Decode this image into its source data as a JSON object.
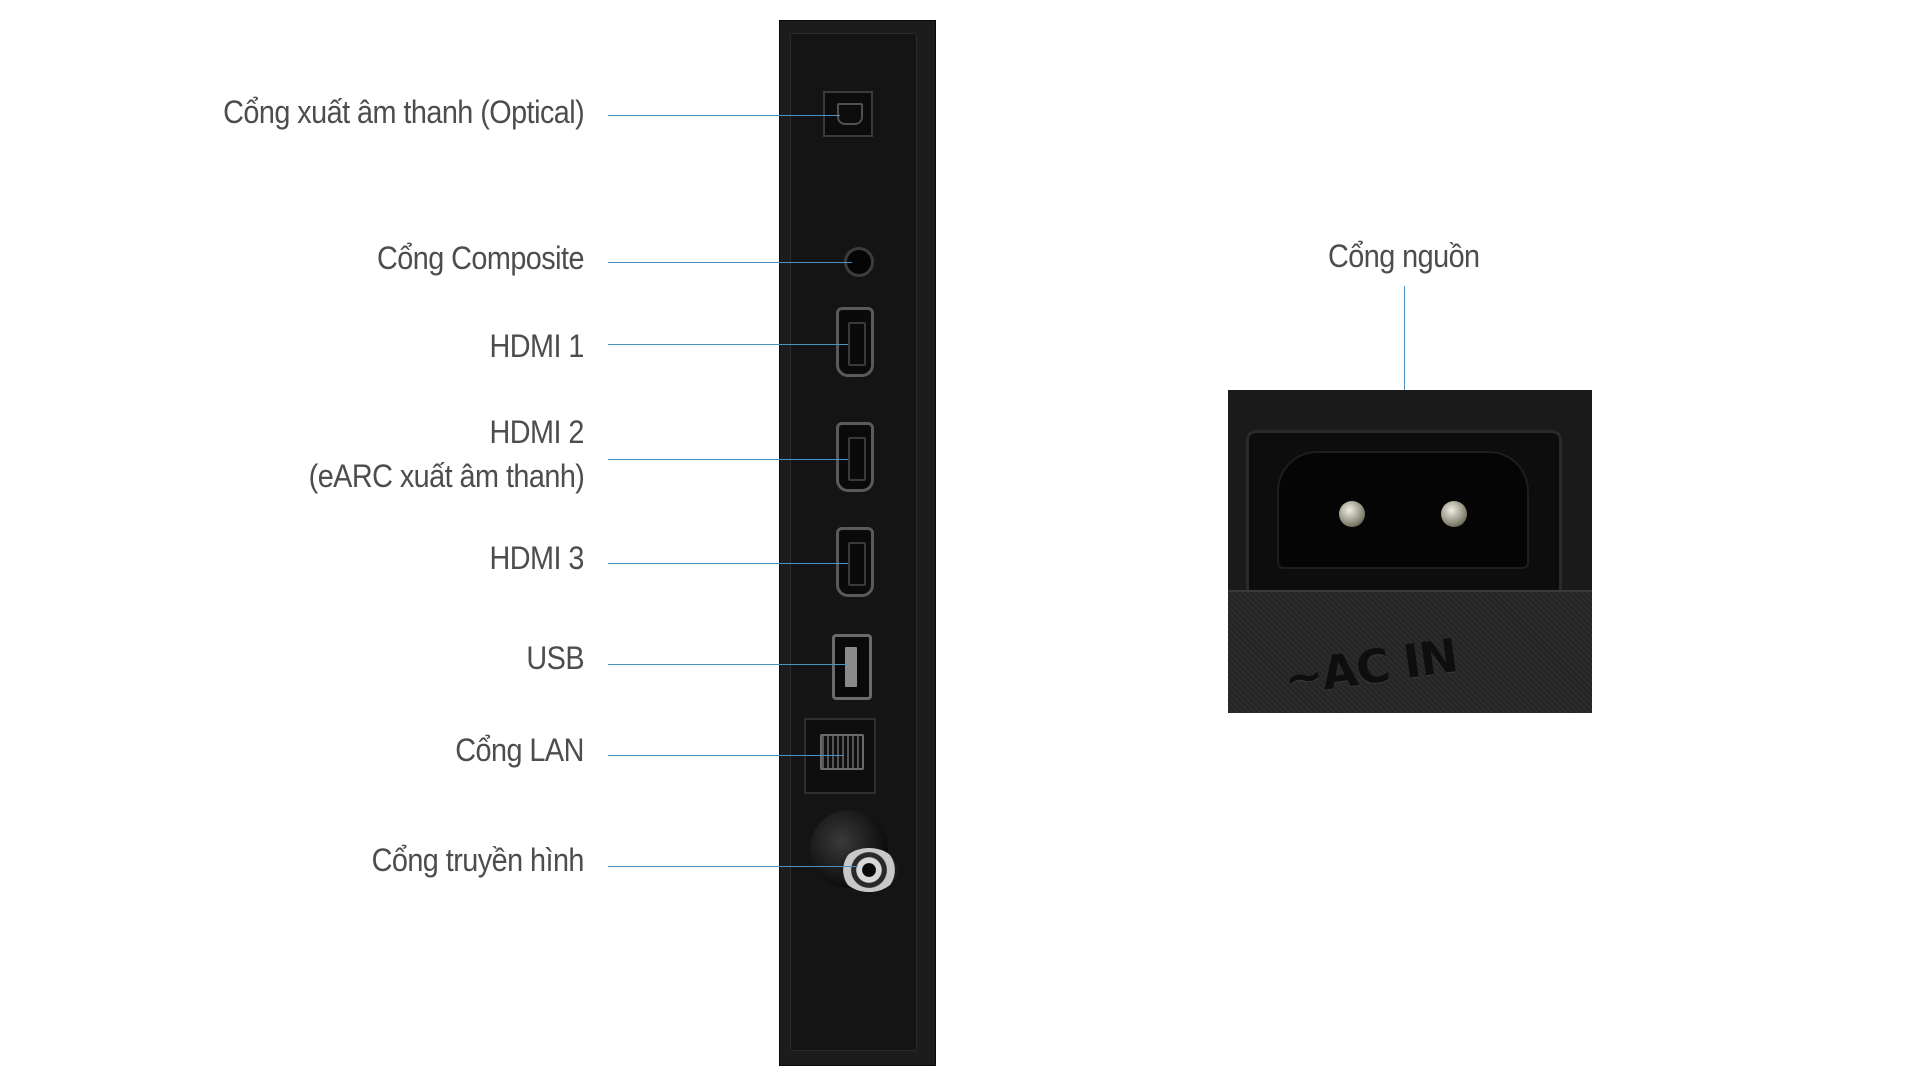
{
  "ports": [
    {
      "id": "optical",
      "label": "Cổng xuất âm thanh (Optical)"
    },
    {
      "id": "composite",
      "label": "Cổng Composite"
    },
    {
      "id": "hdmi1",
      "label": "HDMI 1"
    },
    {
      "id": "hdmi2",
      "label_line1": "HDMI 2",
      "label_line2": "(eARC xuất âm thanh)"
    },
    {
      "id": "hdmi3",
      "label": "HDMI 3"
    },
    {
      "id": "usb",
      "label": "USB"
    },
    {
      "id": "lan",
      "label": "Cổng LAN"
    },
    {
      "id": "antenna",
      "label": "Cổng truyền hình"
    }
  ],
  "power": {
    "label": "Cổng nguồn",
    "socket_marking": "~AC IN"
  },
  "colors": {
    "leader_line": "#4a90c0",
    "label_text": "#4d4d4d",
    "panel": "#1c1c1c"
  }
}
